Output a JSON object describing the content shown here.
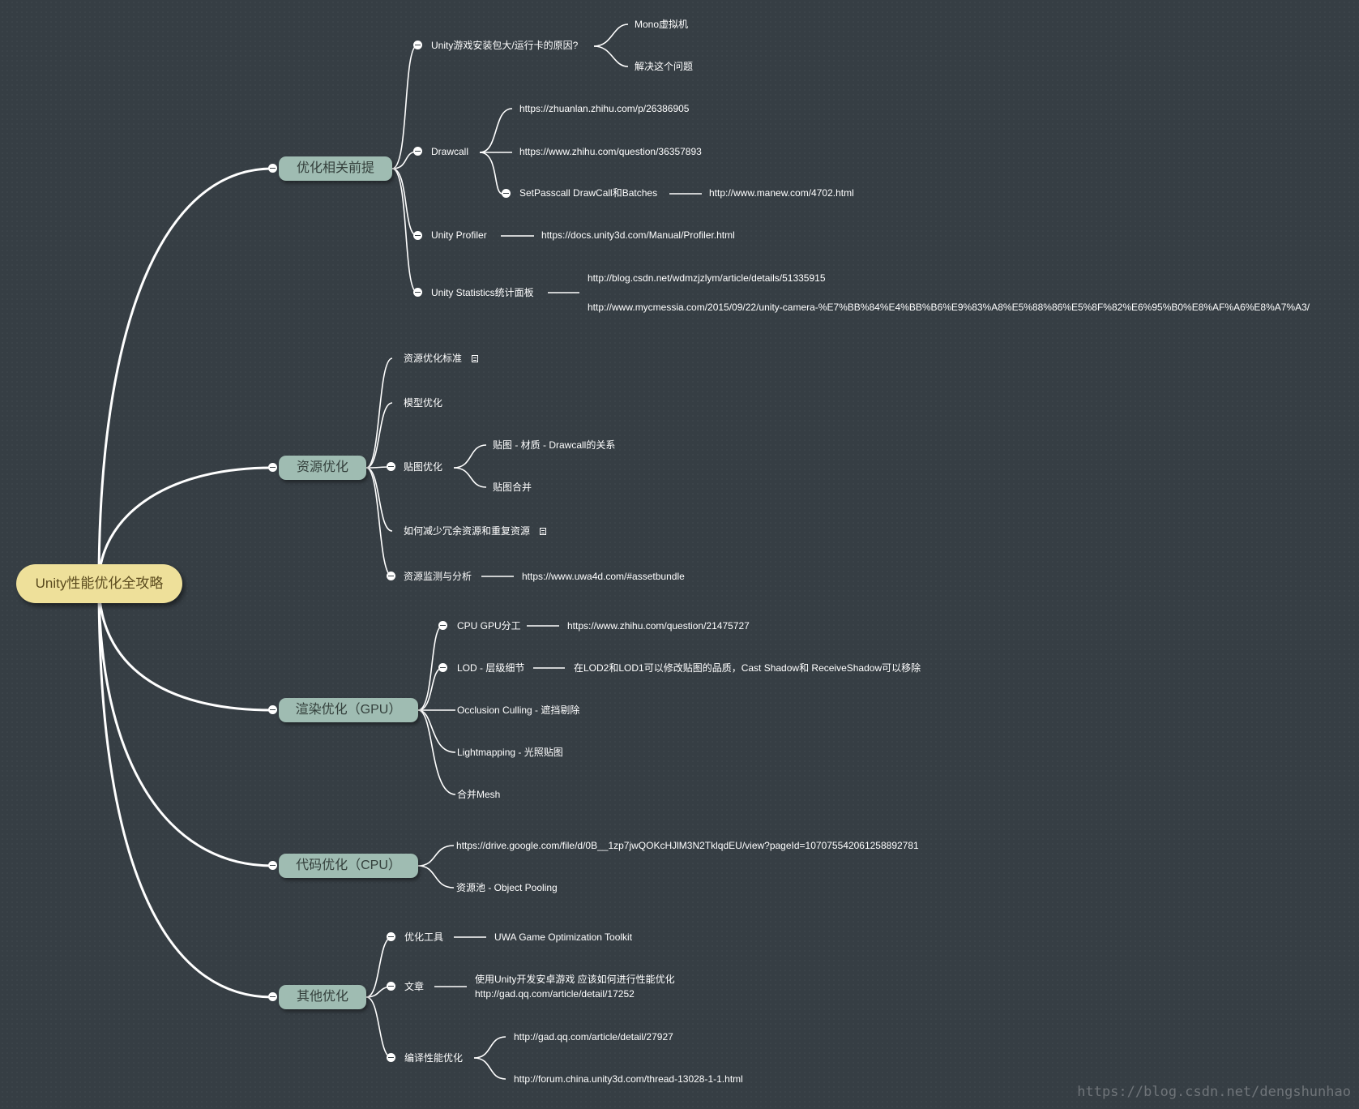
{
  "root": "Unity性能优化全攻略",
  "branches": {
    "prereq": {
      "label": "优化相关前提",
      "n1": "Unity游戏安装包大/运行卡的原因?",
      "n1a": "Mono虚拟机",
      "n1b": "解决这个问题",
      "n2": "Drawcall",
      "n2a": "https://zhuanlan.zhihu.com/p/26386905",
      "n2b": "https://www.zhihu.com/question/36357893",
      "n2c": "SetPasscall DrawCall和Batches",
      "n2c1": "http://www.manew.com/4702.html",
      "n3": "Unity Profiler",
      "n3a": "https://docs.unity3d.com/Manual/Profiler.html",
      "n4": "Unity Statistics统计面板",
      "n4a": "http://blog.csdn.net/wdmzjzlym/article/details/51335915",
      "n4b": "http://www.mycmessia.com/2015/09/22/unity-camera-%E7%BB%84%E4%BB%B6%E9%83%A8%E5%88%86%E5%8F%82%E6%95%B0%E8%AF%A6%E8%A7%A3/"
    },
    "resource": {
      "label": "资源优化",
      "n1": "资源优化标准",
      "n2": "模型优化",
      "n3": "贴图优化",
      "n3a": "贴图 - 材质 - Drawcall的关系",
      "n3b": "贴图合并",
      "n4": "如何减少冗余资源和重复资源",
      "n5": "资源监测与分析",
      "n5a": "https://www.uwa4d.com/#assetbundle"
    },
    "render": {
      "label": "渲染优化（GPU）",
      "n1": "CPU GPU分工",
      "n1a": "https://www.zhihu.com/question/21475727",
      "n2": "LOD - 层级细节",
      "n2a": "在LOD2和LOD1可以修改贴图的品质，Cast Shadow和 ReceiveShadow可以移除",
      "n3": "Occlusion Culling - 遮挡剔除",
      "n4": "Lightmapping - 光照贴图",
      "n5": "合并Mesh"
    },
    "code": {
      "label": "代码优化（CPU）",
      "n1": "https://drive.google.com/file/d/0B__1zp7jwQOKcHJlM3N2TklqdEU/view?pageId=107075542061258892781",
      "n2": "资源池 - Object Pooling"
    },
    "other": {
      "label": "其他优化",
      "n1": "优化工具",
      "n1a": "UWA Game Optimization Toolkit",
      "n2": "文章",
      "n2a1": "使用Unity开发安卓游戏 应该如何进行性能优化",
      "n2a2": "http://gad.qq.com/article/detail/17252",
      "n3": "编译性能优化",
      "n3a": "http://gad.qq.com/article/detail/27927",
      "n3b": "http://forum.china.unity3d.com/thread-13028-1-1.html"
    }
  },
  "watermark": "https://blog.csdn.net/dengshunhao",
  "colors": {
    "background": "#363e44",
    "root_fill": "#eee09a",
    "branch_fill": "#9fbcb2",
    "connector": "#ffffff",
    "text": "#ffffff"
  }
}
